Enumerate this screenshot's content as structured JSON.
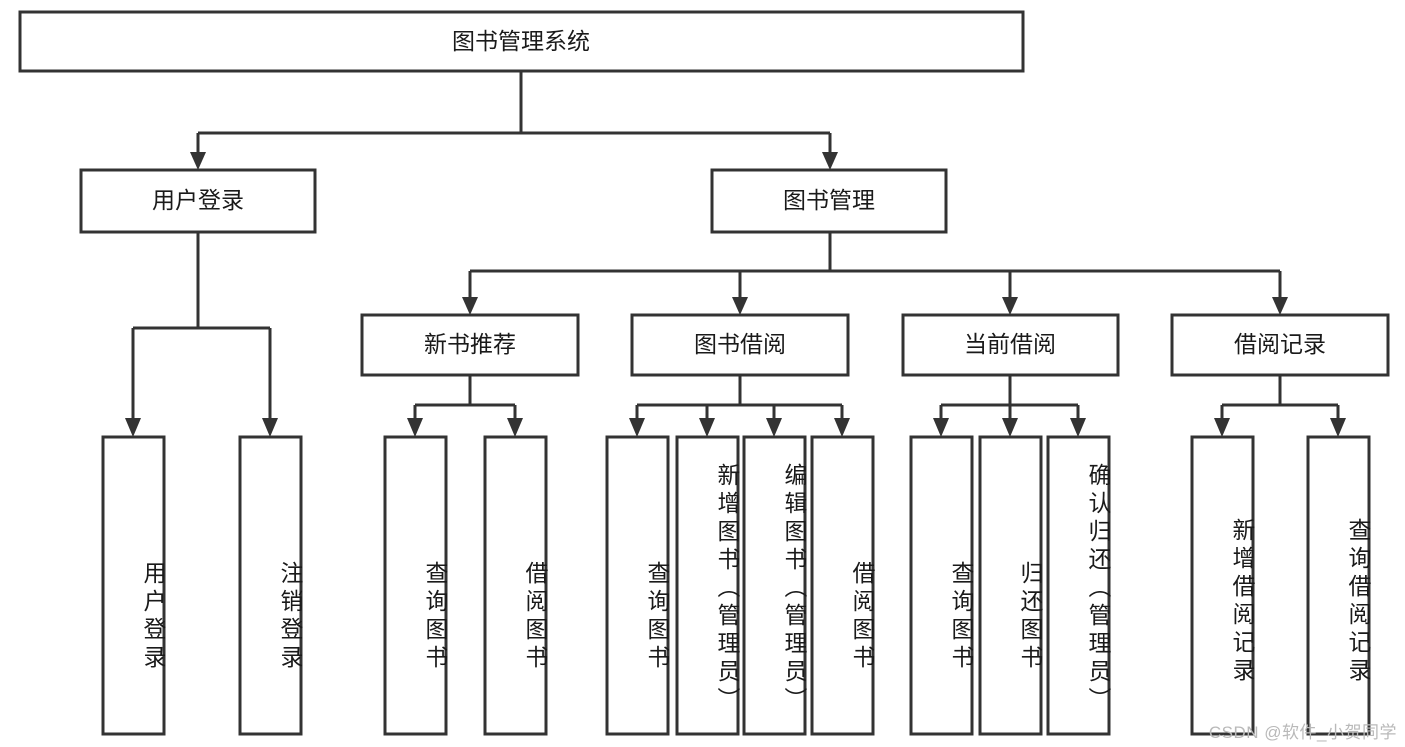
{
  "diagram": {
    "type": "hierarchy-tree",
    "title": "图书管理系统",
    "watermark": "CSDN @软件_小贺同学",
    "colors": {
      "box_stroke": "#333333",
      "box_fill": "#ffffff",
      "text": "#1a1a1a",
      "background": "#ffffff",
      "watermark": "#b9b9b9"
    },
    "root": {
      "label": "图书管理系统"
    },
    "level2": [
      {
        "label": "用户登录"
      },
      {
        "label": "图书管理"
      }
    ],
    "level3": [
      {
        "label": "新书推荐"
      },
      {
        "label": "图书借阅"
      },
      {
        "label": "当前借阅"
      },
      {
        "label": "借阅记录"
      }
    ],
    "leaves": {
      "user_login": [
        {
          "label": "用户登录"
        },
        {
          "label": "注销登录"
        }
      ],
      "new_book_recommend": [
        {
          "label": "查询图书"
        },
        {
          "label": "借阅图书"
        }
      ],
      "book_borrow": [
        {
          "label": "查询图书"
        },
        {
          "label": "新增图书（管理员）"
        },
        {
          "label": "编辑图书（管理员）"
        },
        {
          "label": "借阅图书"
        }
      ],
      "current_borrow": [
        {
          "label": "查询图书"
        },
        {
          "label": "归还图书"
        },
        {
          "label": "确认归还（管理员）"
        }
      ],
      "borrow_records": [
        {
          "label": "新增借阅记录"
        },
        {
          "label": "查询借阅记录"
        }
      ]
    }
  }
}
